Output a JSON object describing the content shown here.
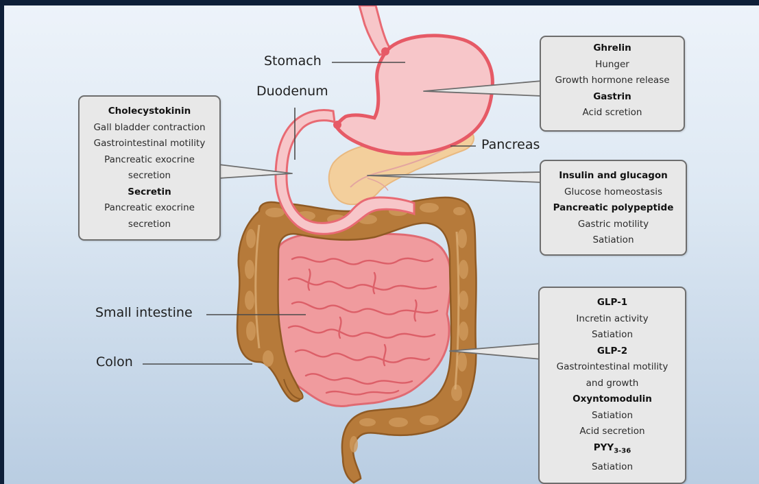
{
  "organ_labels": {
    "stomach": "Stomach",
    "duodenum": "Duodenum",
    "pancreas": "Pancreas",
    "small_intestine": "Small intestine",
    "colon": "Colon"
  },
  "boxes": {
    "stomach": {
      "ghrelin": "Ghrelin",
      "ghrelin_fx": [
        "Hunger",
        "Growth hormone release"
      ],
      "gastrin": "Gastrin",
      "gastrin_fx": [
        "Acid scretion"
      ]
    },
    "duodenum": {
      "cck": "Cholecystokinin",
      "cck_fx": [
        "Gall bladder contraction",
        "Gastrointestinal motility",
        "Pancreatic exocrine",
        "secretion"
      ],
      "secretin": "Secretin",
      "secretin_fx": [
        "Pancreatic exocrine",
        "secretion"
      ]
    },
    "pancreas": {
      "insulin": "Insulin and glucagon",
      "insulin_fx": [
        "Glucose homeostasis"
      ],
      "pp": "Pancreatic polypeptide",
      "pp_fx": [
        "Gastric motility",
        "Satiation"
      ]
    },
    "colon": {
      "glp1": "GLP-1",
      "glp1_fx": [
        "Incretin activity",
        "Satiation"
      ],
      "glp2": "GLP-2",
      "glp2_fx": [
        "Gastrointestinal motility",
        "and growth"
      ],
      "oxm": "Oxyntomodulin",
      "oxm_fx": [
        "Satiation",
        "Acid secretion"
      ],
      "pyy_base": "PYY",
      "pyy_sub": "3-36",
      "pyy_fx": [
        "Satiation"
      ]
    }
  },
  "colors": {
    "stomach_fill": "#f7c6c9",
    "stomach_outline": "#e65a66",
    "intestine_fill": "#f09b9e",
    "colon_fill": "#b67a3a",
    "pancreas_fill": "#f3cf9c",
    "box_fill": "#e8e8e8",
    "box_border": "#6d6d6d"
  }
}
